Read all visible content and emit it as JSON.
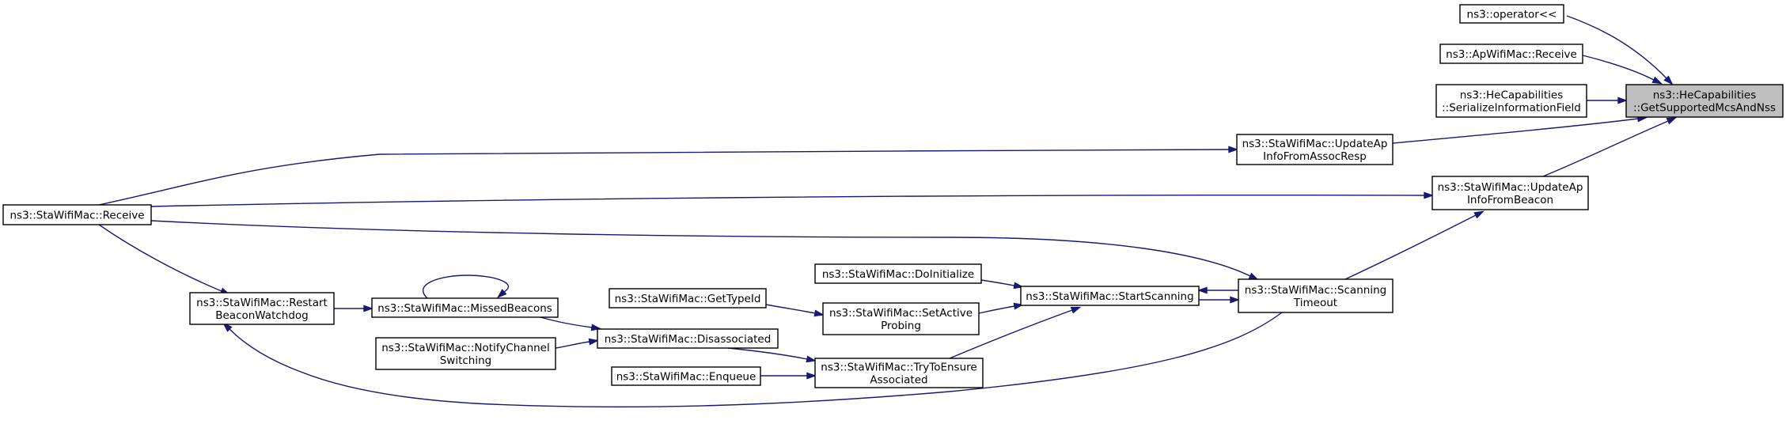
{
  "nodes": [
    {
      "id": "root",
      "lines": [
        "ns3::HeCapabilities",
        "::GetSupportedMcsAndNss"
      ],
      "root": true
    },
    {
      "id": "op",
      "lines": [
        "ns3::operator<<"
      ]
    },
    {
      "id": "apRecv",
      "lines": [
        "ns3::ApWifiMac::Receive"
      ]
    },
    {
      "id": "serInfo",
      "lines": [
        "ns3::HeCapabilities",
        "::SerializeInformationField"
      ]
    },
    {
      "id": "updAssoc",
      "lines": [
        "ns3::StaWifiMac::UpdateAp",
        "InfoFromAssocResp"
      ]
    },
    {
      "id": "updBeacon",
      "lines": [
        "ns3::StaWifiMac::UpdateAp",
        "InfoFromBeacon"
      ]
    },
    {
      "id": "staRecv",
      "lines": [
        "ns3::StaWifiMac::Receive"
      ]
    },
    {
      "id": "scanTimeout",
      "lines": [
        "ns3::StaWifiMac::Scanning",
        "Timeout"
      ]
    },
    {
      "id": "startScan",
      "lines": [
        "ns3::StaWifiMac::StartScanning"
      ]
    },
    {
      "id": "doInit",
      "lines": [
        "ns3::StaWifiMac::DoInitialize"
      ]
    },
    {
      "id": "setActive",
      "lines": [
        "ns3::StaWifiMac::SetActive",
        "Probing"
      ]
    },
    {
      "id": "getTypeId",
      "lines": [
        "ns3::StaWifiMac::GetTypeId"
      ]
    },
    {
      "id": "tryEnsure",
      "lines": [
        "ns3::StaWifiMac::TryToEnsure",
        "Associated"
      ]
    },
    {
      "id": "enqueue",
      "lines": [
        "ns3::StaWifiMac::Enqueue"
      ]
    },
    {
      "id": "disassoc",
      "lines": [
        "ns3::StaWifiMac::Disassociated"
      ]
    },
    {
      "id": "notifyCh",
      "lines": [
        "ns3::StaWifiMac::NotifyChannel",
        "Switching"
      ]
    },
    {
      "id": "missed",
      "lines": [
        "ns3::StaWifiMac::MissedBeacons"
      ]
    },
    {
      "id": "restart",
      "lines": [
        "ns3::StaWifiMac::Restart",
        "BeaconWatchdog"
      ]
    }
  ],
  "edges": [
    {
      "from": "op",
      "to": "root"
    },
    {
      "from": "apRecv",
      "to": "root"
    },
    {
      "from": "serInfo",
      "to": "root"
    },
    {
      "from": "updAssoc",
      "to": "root"
    },
    {
      "from": "updBeacon",
      "to": "root"
    },
    {
      "from": "staRecv",
      "to": "updAssoc"
    },
    {
      "from": "staRecv",
      "to": "updBeacon"
    },
    {
      "from": "scanTimeout",
      "to": "updBeacon"
    },
    {
      "from": "staRecv",
      "to": "scanTimeout"
    },
    {
      "from": "startScan",
      "to": "scanTimeout"
    },
    {
      "from": "scanTimeout",
      "to": "startScan"
    },
    {
      "from": "doInit",
      "to": "startScan"
    },
    {
      "from": "setActive",
      "to": "startScan"
    },
    {
      "from": "tryEnsure",
      "to": "startScan"
    },
    {
      "from": "getTypeId",
      "to": "setActive"
    },
    {
      "from": "enqueue",
      "to": "tryEnsure"
    },
    {
      "from": "disassoc",
      "to": "tryEnsure"
    },
    {
      "from": "notifyCh",
      "to": "disassoc"
    },
    {
      "from": "missed",
      "to": "disassoc"
    },
    {
      "from": "missed",
      "to": "missed"
    },
    {
      "from": "restart",
      "to": "missed"
    },
    {
      "from": "staRecv",
      "to": "restart"
    },
    {
      "from": "scanTimeout",
      "to": "restart"
    }
  ]
}
